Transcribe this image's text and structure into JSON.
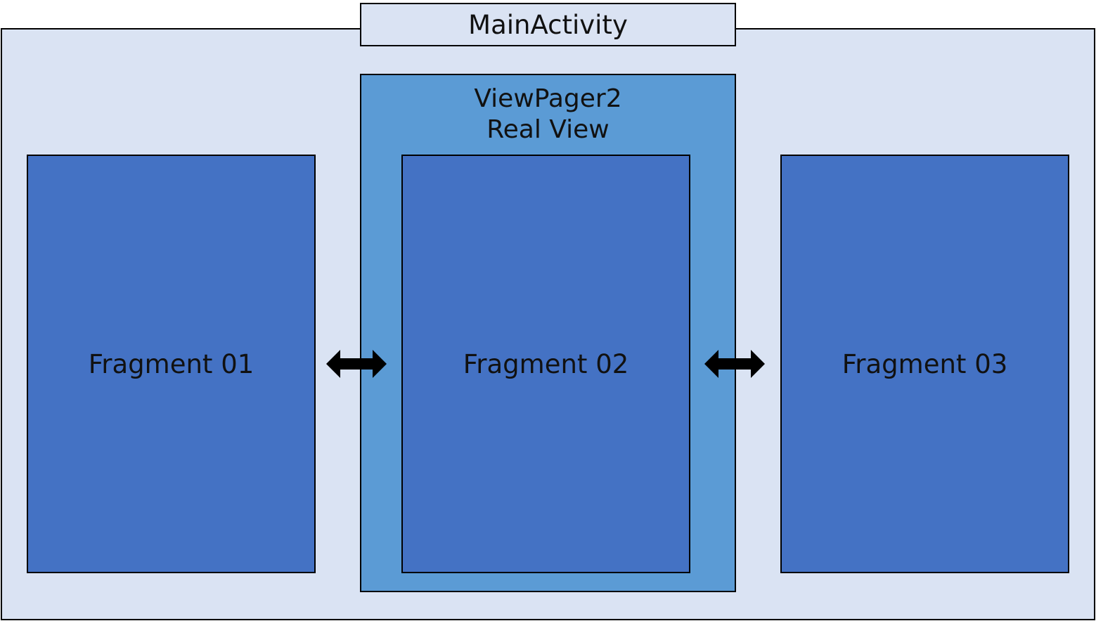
{
  "main_activity": {
    "title": "MainActivity"
  },
  "view_pager": {
    "title": "ViewPager2",
    "subtitle": "Real View"
  },
  "fragments": [
    {
      "label": "Fragment 01"
    },
    {
      "label": "Fragment 02"
    },
    {
      "label": "Fragment 03"
    }
  ],
  "colors": {
    "activity_background": "#dae3f3",
    "view_pager_background": "#5b9bd5",
    "fragment_background": "#4472c4",
    "border": "#000000",
    "arrow": "#000000"
  },
  "icons": {
    "swap_arrow": "double-headed-horizontal-arrow"
  }
}
